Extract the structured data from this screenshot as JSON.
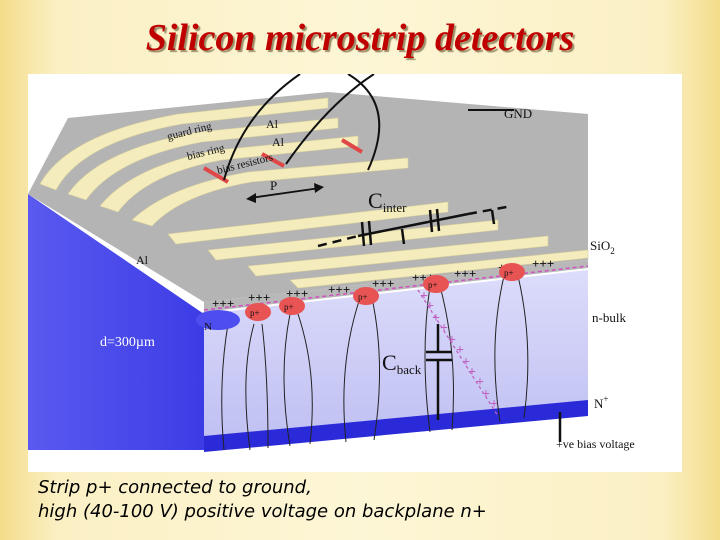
{
  "title": "Silicon microstrip detectors",
  "diagram": {
    "labels": {
      "gnd": "GND",
      "al_top_1": "Al",
      "al_top_2": "Al",
      "al_side": "Al",
      "guard_ring": "guard ring",
      "bias_ring": "bias ring",
      "bias_resistors": "bias resistors",
      "pitch": "P",
      "c_inter": "C",
      "c_inter_sub": "inter",
      "sio2": "SiO",
      "sio2_sub": "2",
      "n_bulk": "n-bulk",
      "d_thickness": "d=300µm",
      "c_back": "C",
      "c_back_sub": "back",
      "n_plus": "N",
      "n_plus_sup": "+",
      "n_left": "N",
      "bias_voltage": "+ve bias voltage",
      "p_plus": "p+"
    },
    "colors": {
      "bulk_light": "#c8c8f6",
      "bulk_side": "#4d4df0",
      "oxide": "#b4b4b4",
      "strip_yellow": "#f6efc0",
      "implant_red": "#e85454",
      "backplane": "#2a2ad8",
      "holes": "#c060c0"
    }
  },
  "caption": {
    "line1": "Strip p+ connected to ground,",
    "line2": "high (40-100 V) positive voltage on backplane n+"
  }
}
